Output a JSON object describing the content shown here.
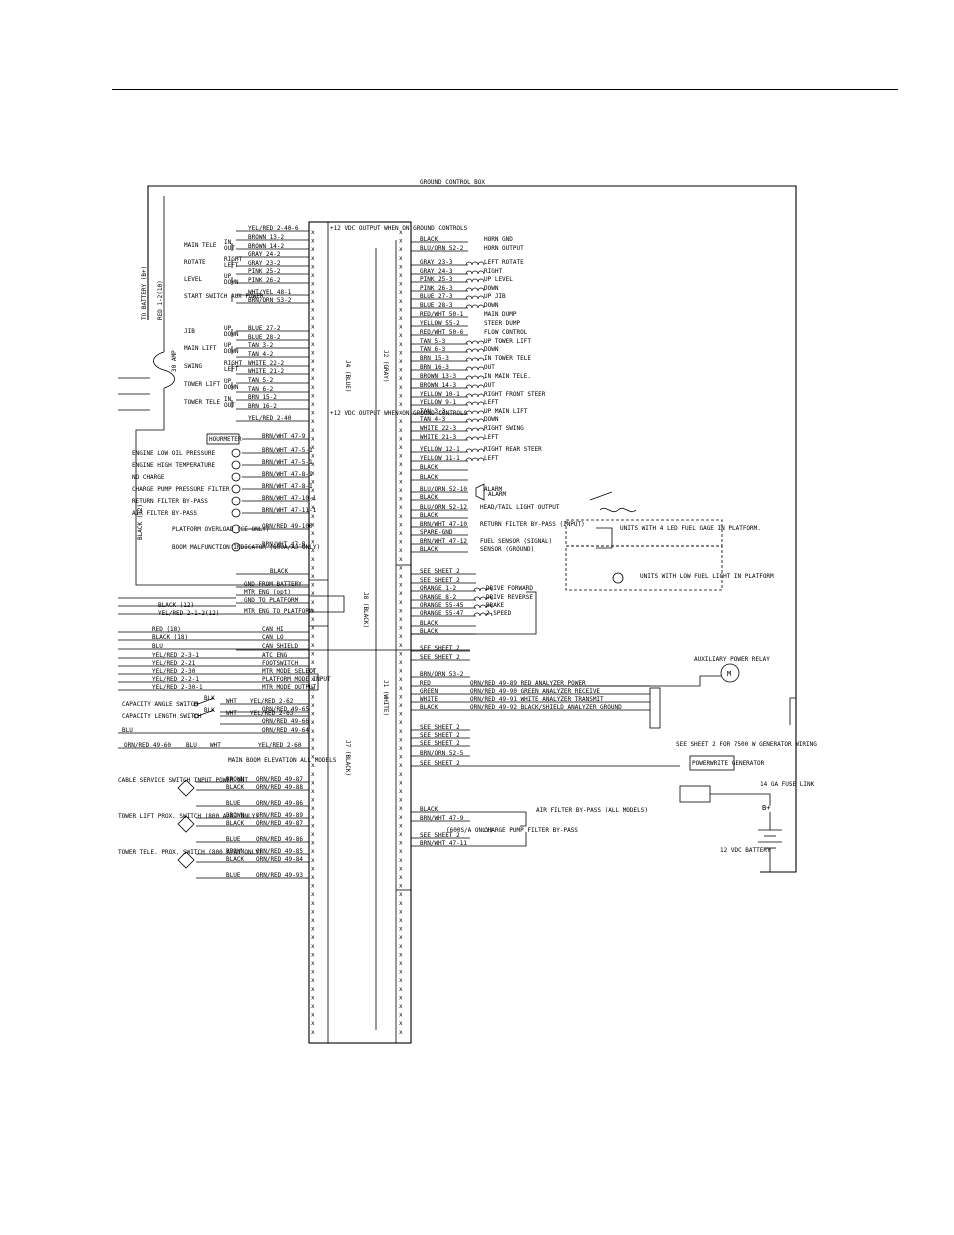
{
  "page": {
    "title_bar": "GROUND CONTROL BOX",
    "battery_lead": "TO BATTERY (B+)",
    "red_wire": "RED 1-2(10)",
    "fuse_label": "30 AMP",
    "black_ground": "BLACK (12)"
  },
  "box_notes": {
    "top_note": "+12 VDC OUTPUT WHEN ON GROUND CONTROLS",
    "mid_note": "+12 VDC OUTPUT WHEN ON GROUND CONTROLS"
  },
  "connectors": {
    "j4": "J4 (BLUE)",
    "j2": "J2 (GRAY)",
    "j8": "J8 (BLACK)",
    "j1": "J1 (WHITE)",
    "j7": "J7 (BLACK)"
  },
  "left_functions": [
    {
      "name": "MAIN TELE",
      "dirs": [
        "IN",
        "OUT"
      ]
    },
    {
      "name": "ROTATE",
      "dirs": [
        "RIGHT",
        "LEFT"
      ]
    },
    {
      "name": "LEVEL",
      "dirs": [
        "UP",
        "DOWN"
      ]
    },
    {
      "name": "START SWITCH AUX POWER",
      "dirs": []
    },
    {
      "name": "JIB",
      "dirs": [
        "UP",
        "DOWN"
      ]
    },
    {
      "name": "MAIN LIFT",
      "dirs": [
        "UP",
        "DOWN"
      ]
    },
    {
      "name": "SWING",
      "dirs": [
        "RIGHT",
        "LEFT"
      ]
    },
    {
      "name": "TOWER LIFT",
      "dirs": [
        "UP",
        "DOWN"
      ]
    },
    {
      "name": "TOWER TELE",
      "dirs": [
        "IN",
        "OUT"
      ]
    }
  ],
  "j4_wires": [
    "YEL/RED 2-40-6",
    "BROWN 13-2",
    "BROWN 14-2",
    "GRAY 24-2",
    "GRAY 23-2",
    "PINK 25-2",
    "PINK 26-2",
    "WHT/YEL 48-1",
    "BRN/ORN 53-2",
    "BLUE 27-2",
    "BLUE 28-2",
    "TAN 3-2",
    "TAN 4-2",
    "WHITE 22-2",
    "WHITE 21-2",
    "TAN 5-2",
    "TAN 6-2",
    "BRN 15-2",
    "BRN 16-2",
    "YEL/RED 2-40"
  ],
  "indicators": [
    {
      "label": "HOURMETER",
      "wire": "BRN/WHT 47-9"
    },
    {
      "label": "ENGINE LOW OIL PRESSURE",
      "wire": "BRN/WHT 47-5-1"
    },
    {
      "label": "ENGINE HIGH TEMPERATURE",
      "wire": "BRN/WHT 47-5-1"
    },
    {
      "label": "NO CHARGE",
      "wire": "BRN/WHT 47-8-1"
    },
    {
      "label": "CHARGE PUMP PRESSURE FILTER",
      "wire": "BRN/WHT 47-8-1"
    },
    {
      "label": "RETURN FILTER BY-PASS",
      "wire": "BRN/WHT 47-10-1"
    },
    {
      "label": "AIR FILTER BY-PASS",
      "wire": "BRN/WHT 47-11-1"
    },
    {
      "label": "PLATFORM OVERLOAD (CE ONLY)",
      "wire": "ORN/RED 49-100"
    },
    {
      "label": "BOOM MALFUNCTION INDICATOR (800A/AJ ONLY)",
      "wire": "BRN/WHT 47-B"
    }
  ],
  "j4_bottom": "BLACK",
  "j2_wires": [
    {
      "wire": "BLACK",
      "dest": "HORN GND"
    },
    {
      "wire": "BLU/ORN 52-2",
      "dest": "HORN OUTPUT"
    },
    {
      "wire": "GRAY 23-3",
      "dest": "LEFT ROTATE"
    },
    {
      "wire": "GRAY 24-3",
      "dest": "RIGHT"
    },
    {
      "wire": "PINK 25-3",
      "dest": "UP LEVEL"
    },
    {
      "wire": "PINK 26-3",
      "dest": "DOWN"
    },
    {
      "wire": "BLUE 27-3",
      "dest": "UP JIB"
    },
    {
      "wire": "BLUE 28-3",
      "dest": "DOWN"
    },
    {
      "wire": "RED/WHT 50-1",
      "dest": "MAIN DUMP"
    },
    {
      "wire": "YELLOW 55-2",
      "dest": "STEER DUMP"
    },
    {
      "wire": "RED/WHT 50-6",
      "dest": "FLOW CONTROL"
    },
    {
      "wire": "TAN 5-3",
      "dest": "UP TOWER LIFT"
    },
    {
      "wire": "TAN 6-3",
      "dest": "DOWN"
    },
    {
      "wire": "BRN 15-3",
      "dest": "IN TOWER TELE"
    },
    {
      "wire": "BRN 16-3",
      "dest": "OUT"
    },
    {
      "wire": "BROWN 13-3",
      "dest": "IN MAIN TELE."
    },
    {
      "wire": "BROWN 14-3",
      "dest": "OUT"
    },
    {
      "wire": "YELLOW 10-1",
      "dest": "RIGHT FRONT STEER"
    },
    {
      "wire": "YELLOW 9-1",
      "dest": "LEFT"
    },
    {
      "wire": "TAN 3-3",
      "dest": "UP MAIN LIFT"
    },
    {
      "wire": "TAN 4-3",
      "dest": "DOWN"
    },
    {
      "wire": "WHITE 22-3",
      "dest": "RIGHT SWING"
    },
    {
      "wire": "WHITE 21-3",
      "dest": "LEFT"
    },
    {
      "wire": "YELLOW 12-1",
      "dest": "RIGHT REAR STEER"
    },
    {
      "wire": "YELLOW 11-1",
      "dest": "LEFT"
    },
    {
      "wire": "BLACK",
      "dest": ""
    },
    {
      "wire": "BLACK",
      "dest": ""
    },
    {
      "wire": "BLU/ORN 52-10",
      "dest": "ALARM"
    },
    {
      "wire": "BLACK",
      "dest": ""
    },
    {
      "wire": "BLU/ORN 52-12",
      "dest": "HEAD/TAIL LIGHT OUTPUT"
    },
    {
      "wire": "BLACK",
      "dest": ""
    },
    {
      "wire": "BRN/WHT 47-10",
      "dest": "RETURN FILTER BY-PASS (INPUT)"
    },
    {
      "wire": "SPARE-GND",
      "dest": ""
    },
    {
      "wire": "BRN/WHT 47-12",
      "dest": "FUEL SENSOR (SIGNAL)"
    },
    {
      "wire": "BLACK",
      "dest": "SENSOR (GROUND)"
    }
  ],
  "fuel_notes": [
    "UNITS WITH 4 LED FUEL GAGE IN PLATFORM.",
    "UNITS WITH LOW FUEL LIGHT IN PLATFORM"
  ],
  "j8_wires": [
    "GND FROM BATTERY",
    "MTR ENG (opt)",
    "GND TO PLATFORM",
    "MTR ENG TO PLATFORM"
  ],
  "j8_left": [
    "BLACK (12)",
    "YEL/RED 2-1-2(12)"
  ],
  "j1_upper": [
    {
      "wire": "SEE SHEET 2",
      "dest": ""
    },
    {
      "wire": "SEE SHEET 2",
      "dest": ""
    },
    {
      "wire": "ORANGE 1-2",
      "dest": "DRIVE FORWARD"
    },
    {
      "wire": "ORANGE 8-2",
      "dest": "DRIVE REVERSE"
    },
    {
      "wire": "ORANGE 55-45",
      "dest": "BRAKE"
    },
    {
      "wire": "ORANGE 55-47",
      "dest": "2-SPEED"
    },
    {
      "wire": "BLACK",
      "dest": ""
    },
    {
      "wire": "BLACK",
      "dest": ""
    }
  ],
  "j7_top_wires": [
    "CAN HI",
    "CAN LO",
    "CAN SHIELD",
    "ATC ENG",
    "FOOTSWITCH",
    "MTR MODE SELECT",
    "PLATFORM MODE INPUT",
    "MTR MODE OUTPUT"
  ],
  "j7_left_wires": [
    "RED (18)",
    "BLACK (18)",
    "BLU",
    "YEL/RED 2-3-1",
    "YEL/RED 2-21",
    "YEL/RED 2-30",
    "YEL/RED 2-2-1",
    "YEL/RED 2-30-1"
  ],
  "capacity_switches": [
    {
      "label": "CAPACITY ANGLE SWITCH",
      "wires": [
        "BLK",
        "WHT",
        "YEL/RED 2-62",
        "ORN/RED 49-65"
      ]
    },
    {
      "label": "CAPACITY LENGTH SWITCH",
      "wires": [
        "BLK",
        "WHT",
        "YEL/RED 2-63",
        "ORN/RED 49-66"
      ]
    }
  ],
  "j7_misc": [
    "BLU",
    "ORN/RED 49-64",
    "ORN/RED 49-60",
    "BLU",
    "WHT",
    "YEL/RED 2-60",
    "ORN/RED 49-66"
  ],
  "boom_elev": "MAIN BOOM ELEVATION ALL MODELS",
  "prox_switches": [
    {
      "label": "CABLE SERVICE SWITCH INPUT POWER OUT",
      "wires": [
        "BROWN",
        "ORN/RED 49-87",
        "BLACK",
        "ORN/RED 49-88",
        "BLUE",
        "ORN/RED 49-86"
      ]
    },
    {
      "label": "TOWER LIFT PROX. SWITCH (800 A/AJ ONLY)",
      "wires": [
        "BROWN",
        "ORN/RED 49-89",
        "BLACK",
        "ORN/RED 49-87",
        "BLUE",
        "ORN/RED 49-86"
      ]
    },
    {
      "label": "TOWER TELE. PROX. SWITCH (800 A/AJ ONLY)",
      "wires": [
        "BROWN",
        "ORN/RED 49-85",
        "BLACK",
        "ORN/RED 49-84",
        "BLUE",
        "ORN/RED 49-93"
      ]
    }
  ],
  "j1_lower": [
    {
      "wire": "SEE SHEET 2",
      "dest": ""
    },
    {
      "wire": "SEE SHEET 2",
      "dest": ""
    },
    {
      "wire": "BRN/ORN 53-2",
      "dest": ""
    },
    {
      "wire": "RED",
      "dest": "ORN/RED 49-89  RED  ANALYZER POWER"
    },
    {
      "wire": "GREEN",
      "dest": "ORN/RED 49-90  GREEN  ANALYZER RECEIVE"
    },
    {
      "wire": "WHITE",
      "dest": "ORN/RED 49-91  WHITE  ANALYZER TRANSMIT"
    },
    {
      "wire": "BLACK",
      "dest": "ORN/RED 49-92  BLACK/SHIELD  ANALYZER GROUND"
    },
    {
      "wire": "SEE SHEET 2",
      "dest": ""
    },
    {
      "wire": "SEE SHEET 2",
      "dest": ""
    },
    {
      "wire": "SEE SHEET 2",
      "dest": ""
    },
    {
      "wire": "BRN/ORN 52-5",
      "dest": ""
    },
    {
      "wire": "SEE SHEET 2",
      "dest": ""
    }
  ],
  "aux_power": "AUXILIARY POWER RELAY",
  "motor": "M",
  "generator_note": "SEE SHEET 2 FOR 7500 W GENERATOR WIRING",
  "generator_box": "POWERWRITE GENERATOR",
  "fuse_link": "14 GA FUSE LINK",
  "battery_plus": "B+",
  "battery": "12 VDC BATTERY",
  "air_filter": {
    "wires": [
      "BLACK",
      "BRN/WHT 47-9",
      "SEE SHEET 2",
      "BRN/WHT 47-11"
    ],
    "note1": "(600S/A ONLY)",
    "title": "AIR FILTER BY-PASS (ALL MODELS)",
    "pump": "CHARGE PUMP FILTER BY-PASS"
  }
}
